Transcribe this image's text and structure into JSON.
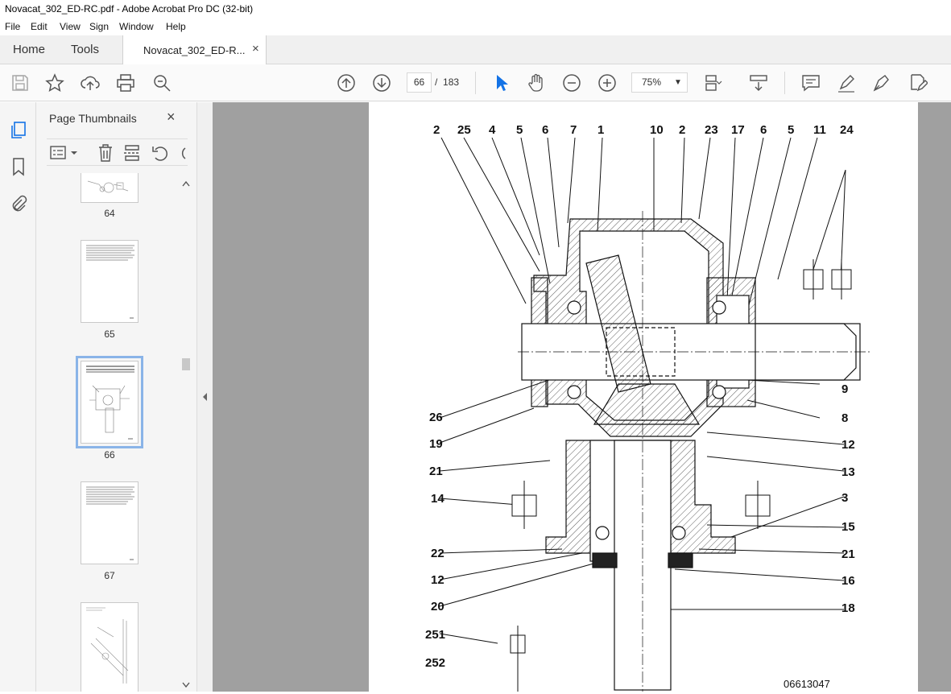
{
  "window": {
    "title": "Novacat_302_ED-RC.pdf - Adobe Acrobat Pro DC (32-bit)"
  },
  "menu": [
    "File",
    "Edit",
    "View",
    "Sign",
    "Window",
    "Help"
  ],
  "tabs": {
    "home": "Home",
    "tools": "Tools",
    "document": "Novacat_302_ED-R...",
    "close": "×"
  },
  "toolbar": {
    "current_page": "66",
    "page_separator": "/",
    "total_pages": "183",
    "zoom": "75%"
  },
  "panel": {
    "title": "Page Thumbnails",
    "close": "×",
    "thumbnails": [
      {
        "label": "64"
      },
      {
        "label": "65"
      },
      {
        "label": "66",
        "selected": true
      },
      {
        "label": "67"
      },
      {
        "label": ""
      }
    ]
  },
  "drawing": {
    "callouts_top": [
      "2",
      "25",
      "4",
      "5",
      "6",
      "7",
      "1",
      "10",
      "2",
      "23",
      "17",
      "6",
      "5",
      "11",
      "24"
    ],
    "callouts_left": [
      "26",
      "19",
      "21",
      "14",
      "22",
      "12",
      "20",
      "251",
      "252"
    ],
    "callouts_right": [
      "9",
      "8",
      "12",
      "13",
      "3",
      "15",
      "21",
      "16",
      "18"
    ],
    "drawing_number": "06613047"
  },
  "colors": {
    "accent_blue": "#1473e6",
    "selection": "#8ab4e8",
    "canvas_gray": "#a0a0a0"
  }
}
